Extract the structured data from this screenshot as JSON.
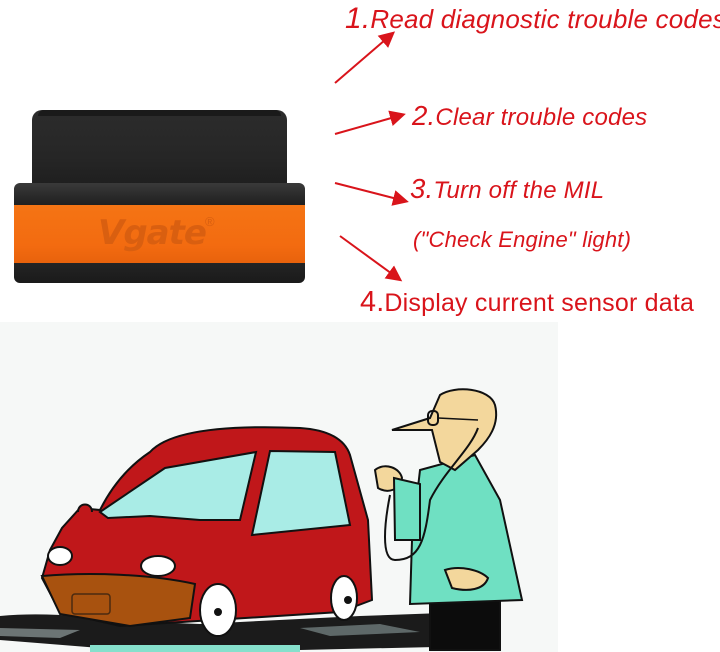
{
  "device": {
    "brand": "Vgate",
    "registered_mark": "®",
    "colors": {
      "body": "#262626",
      "band": "#f36b10",
      "logo": "#d95f10"
    }
  },
  "features": {
    "color": "#d9141b",
    "items": [
      {
        "num": "1.",
        "text": "Read diagnostic trouble codes"
      },
      {
        "num": "2.",
        "text": "Clear trouble codes"
      },
      {
        "num": "3.",
        "text": "Turn off the MIL"
      },
      {
        "num": "",
        "text": "(\"Check Engine\" light)"
      },
      {
        "num": "4.",
        "text": "Display current sensor data"
      }
    ]
  },
  "illustration": {
    "subject": "doctor with stethoscope examining red car",
    "colors": {
      "car": "#c0171a",
      "bumper": "#a8520f",
      "glass": "#a9ece6",
      "coat": "#6fe0c2",
      "skin": "#f3d79c"
    }
  }
}
